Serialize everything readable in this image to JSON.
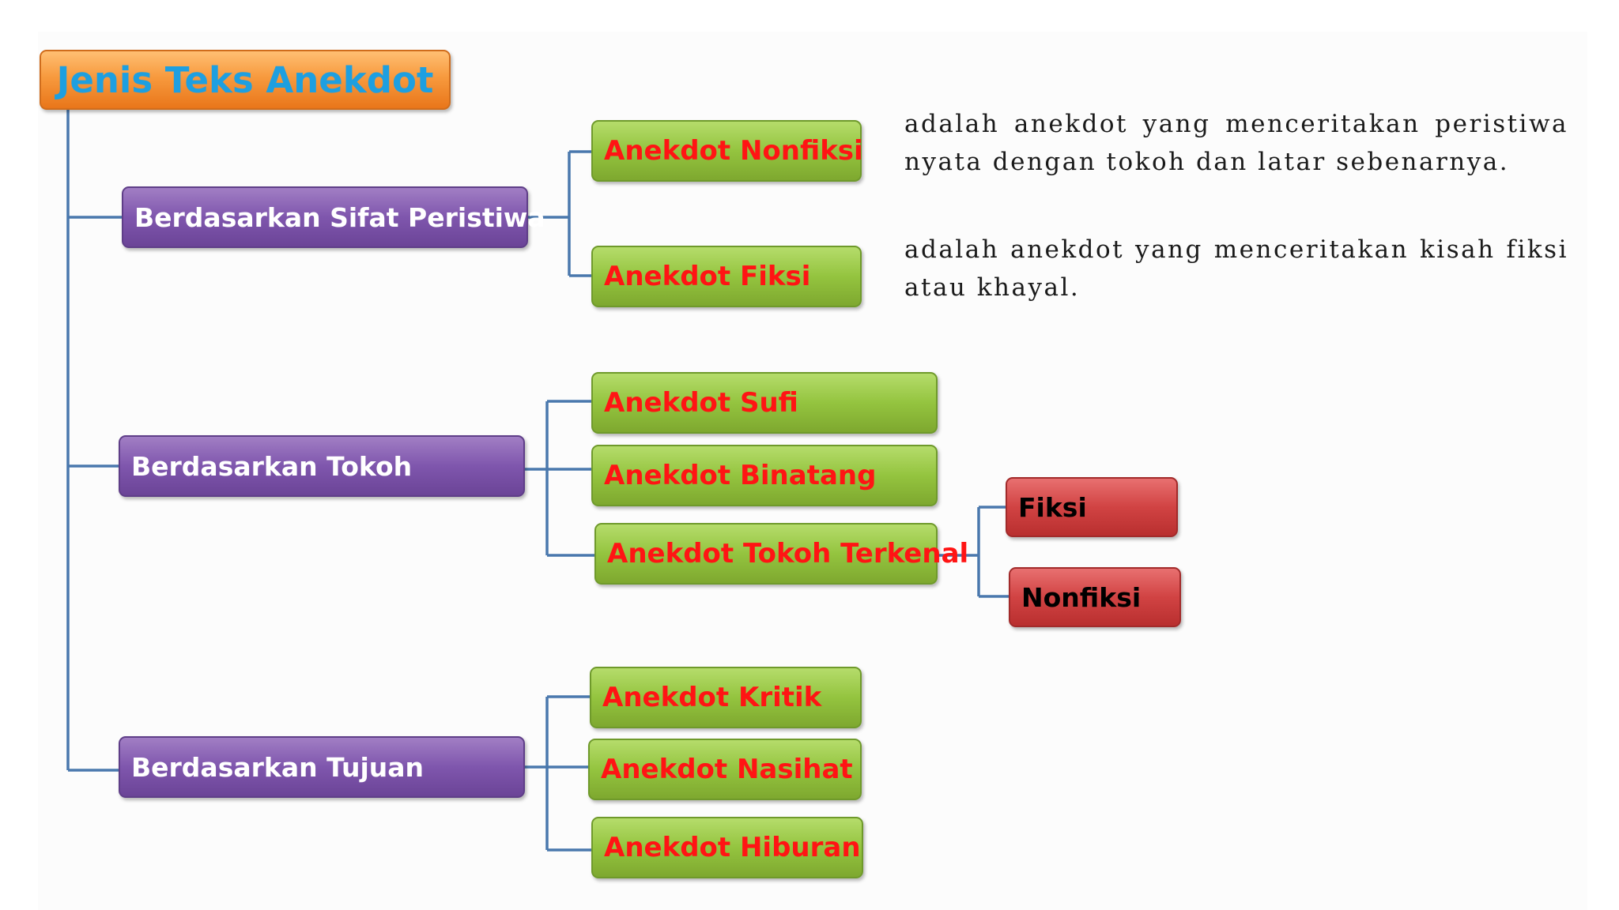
{
  "diagram": {
    "root": {
      "label": "Jenis Teks Anekdot"
    },
    "categories": [
      {
        "label": "Berdasarkan Sifat Peristiwa",
        "children": [
          {
            "label": "Anekdot Nonfiksi",
            "description": "adalah anekdot yang menceritakan peristiwa nyata dengan tokoh dan latar sebenarnya."
          },
          {
            "label": "Anekdot Fiksi",
            "description": "adalah anekdot yang menceritakan kisah fiksi atau khayal."
          }
        ]
      },
      {
        "label": "Berdasarkan Tokoh",
        "children": [
          {
            "label": "Anekdot Sufi"
          },
          {
            "label": "Anekdot Binatang"
          },
          {
            "label": "Anekdot Tokoh Terkenal",
            "children": [
              {
                "label": "Fiksi"
              },
              {
                "label": "Nonfiksi"
              }
            ]
          }
        ]
      },
      {
        "label": "Berdasarkan Tujuan",
        "children": [
          {
            "label": "Anekdot Kritik"
          },
          {
            "label": "Anekdot Nasihat"
          },
          {
            "label": "Anekdot Hiburan"
          }
        ]
      }
    ]
  },
  "colors": {
    "root_fill": "#f79a3e",
    "root_text": "#1e9fe0",
    "category_fill": "#7f56ad",
    "category_text": "#ffffff",
    "type_fill": "#94c43f",
    "type_text": "#ff1414",
    "subtype_fill": "#d14343",
    "subtype_text": "#000000",
    "connector": "#4a78ad"
  }
}
